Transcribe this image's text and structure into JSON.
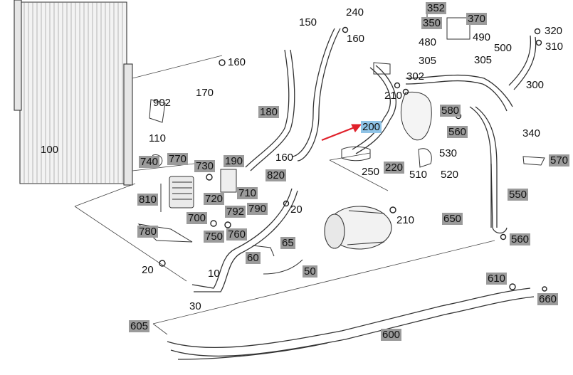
{
  "diagram": {
    "callouts": {
      "c352": "352",
      "c240": "240",
      "c150": "150",
      "c160a": "160",
      "c370": "370",
      "c350": "350",
      "c320": "320",
      "c480": "480",
      "c490": "490",
      "c500": "500",
      "c310": "310",
      "c305a": "305",
      "c305b": "305",
      "c160b": "160",
      "c302": "302",
      "c300": "300",
      "c170": "170",
      "c210a": "210",
      "c902": "902",
      "c180": "180",
      "c580": "580",
      "c200": "200",
      "c560a": "560",
      "c340": "340",
      "c110": "110",
      "c100": "100",
      "c160c": "160",
      "c530": "530",
      "c570": "570",
      "c740": "740",
      "c770": "770",
      "c730": "730",
      "c190": "190",
      "c220": "220",
      "c250": "250",
      "c510": "510",
      "c520": "520",
      "c820": "820",
      "c720": "720",
      "c710": "710",
      "c550": "550",
      "c810": "810",
      "c20a": "20",
      "c792": "792",
      "c790": "790",
      "c700": "700",
      "c210b": "210",
      "c650": "650",
      "c780": "780",
      "c750": "750",
      "c760": "760",
      "c65": "65",
      "c560b": "560",
      "c60": "60",
      "c50": "50",
      "c20b": "20",
      "c10": "10",
      "c610": "610",
      "c30": "30",
      "c660": "660",
      "c605": "605",
      "c600": "600"
    }
  },
  "colors": {
    "highlight": "#8fc3e6",
    "labelBox": "#9b9b9b",
    "arrow": "#e0202a",
    "line": "#333333"
  }
}
